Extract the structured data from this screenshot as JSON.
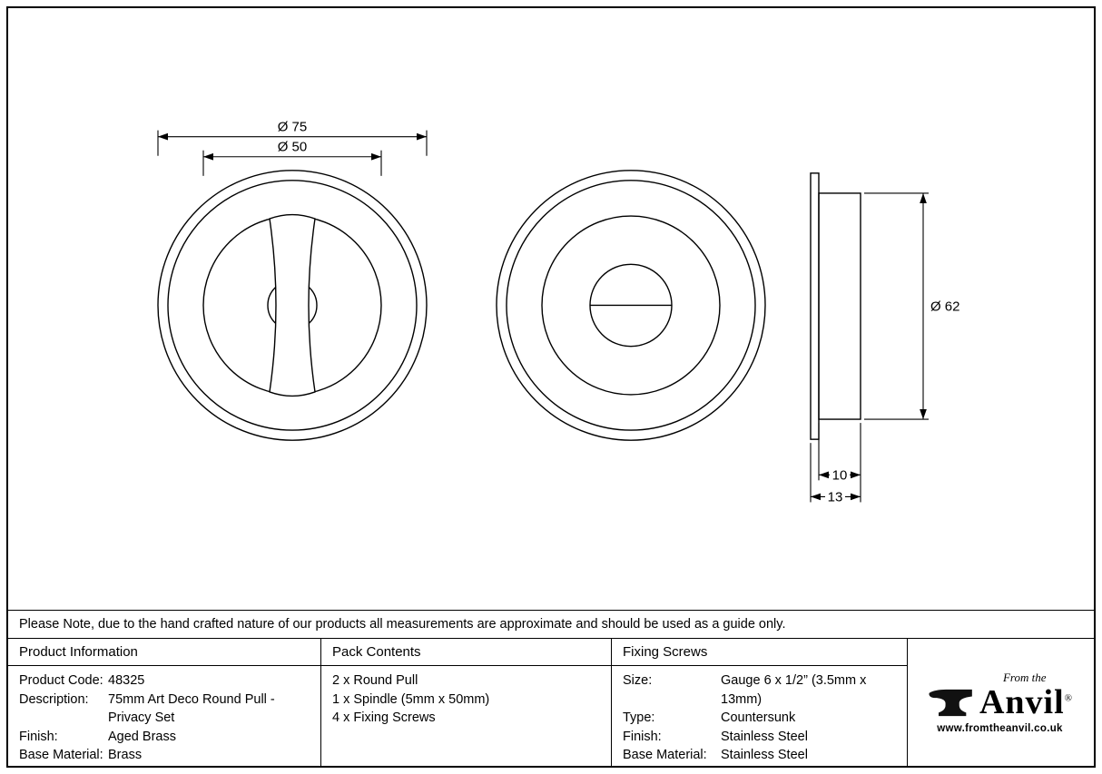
{
  "note": "Please Note, due to the hand crafted nature of our products all measurements are approximate and should be used as a guide only.",
  "drawing": {
    "dim_75": "Ø 75",
    "dim_50": "Ø 50",
    "dim_62": "Ø 62",
    "dim_10": "10",
    "dim_13": "13"
  },
  "table": {
    "product_information": {
      "header": "Product Information",
      "rows": [
        {
          "label": "Product Code:",
          "value": "48325"
        },
        {
          "label": "Description:",
          "value": "75mm Art Deco Round Pull - Privacy Set"
        },
        {
          "label": "Finish:",
          "value": "Aged Brass"
        },
        {
          "label": "Base Material:",
          "value": "Brass"
        }
      ]
    },
    "pack_contents": {
      "header": "Pack Contents",
      "items": [
        "2 x Round Pull",
        "1 x Spindle (5mm x 50mm)",
        "4 x Fixing Screws"
      ]
    },
    "fixing_screws": {
      "header": "Fixing Screws",
      "rows": [
        {
          "label": "Size:",
          "value": "Gauge 6 x 1/2” (3.5mm x 13mm)"
        },
        {
          "label": "Type:",
          "value": "Countersunk"
        },
        {
          "label": "Finish:",
          "value": "Stainless Steel"
        },
        {
          "label": "Base Material:",
          "value": "Stainless Steel"
        }
      ]
    },
    "brand": {
      "tagline": "From the",
      "name": "Anvil",
      "registered": "®",
      "website": "www.fromtheanvil.co.uk"
    }
  }
}
